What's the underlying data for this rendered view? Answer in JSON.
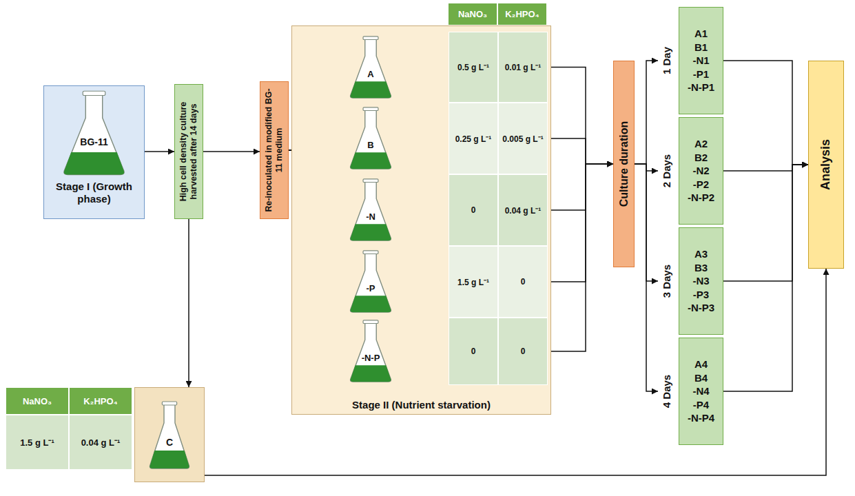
{
  "diagram": {
    "nodes": [
      {
        "text": [
          "BG-11",
          "Stage I (Growth phase)"
        ]
      },
      {
        "text": [
          "High cell density culture harvested after 14 days"
        ]
      },
      {
        "text": [
          "Re-inoculated in modified BG-11 medium"
        ]
      },
      {
        "text": [
          "Stage II (Nutrient starvation)"
        ]
      },
      {
        "text": [
          "A",
          "0.5 g L⁻¹",
          "0.01 g L⁻¹"
        ],
        "in": 3
      },
      {
        "text": [
          "B",
          "0.25 g L⁻¹",
          "0.005 g L⁻¹"
        ],
        "in": 3
      },
      {
        "text": [
          "-N",
          "0",
          "0.04 g L⁻¹"
        ],
        "in": 3
      },
      {
        "text": [
          "-P",
          "1.5 g L⁻¹",
          "0"
        ],
        "in": 3
      },
      {
        "text": [
          "-N-P",
          "0",
          "0"
        ],
        "in": 3
      },
      {
        "text": [
          "Culture duration"
        ]
      },
      {
        "text": [
          "1 Day",
          "A1",
          "B1",
          "-N1",
          "-P1",
          "-N-P1"
        ]
      },
      {
        "text": [
          "2 Days",
          "A2",
          "B2",
          "-N2",
          "-P2",
          "-N-P2"
        ]
      },
      {
        "text": [
          "3 Days",
          "A3",
          "B3",
          "-N3",
          "-P3",
          "-N-P3"
        ]
      },
      {
        "text": [
          "4 Days",
          "A4",
          "B4",
          "-N4",
          "-P4",
          "-N-P4"
        ]
      },
      {
        "text": [
          "Analysis"
        ]
      },
      {
        "text": [
          "C"
        ]
      }
    ],
    "edges": [
      {
        "from": 0,
        "to": 1,
        "arrow": "to"
      },
      {
        "from": 1,
        "to": 2,
        "arrow": "to"
      },
      {
        "from": 2,
        "to": 4,
        "arrow": "to"
      },
      {
        "from": 2,
        "to": 5,
        "arrow": "to"
      },
      {
        "from": 2,
        "to": 6,
        "arrow": "to"
      },
      {
        "from": 2,
        "to": 7,
        "arrow": "to"
      },
      {
        "from": 2,
        "to": 8,
        "arrow": "to"
      },
      {
        "from": 4,
        "to": 9,
        "arrow": "to"
      },
      {
        "from": 5,
        "to": 9,
        "arrow": "to"
      },
      {
        "from": 6,
        "to": 9,
        "arrow": "to"
      },
      {
        "from": 7,
        "to": 9,
        "arrow": "to"
      },
      {
        "from": 8,
        "to": 9,
        "arrow": "to"
      },
      {
        "from": 9,
        "to": 10,
        "arrow": "to"
      },
      {
        "from": 9,
        "to": 11,
        "arrow": "to"
      },
      {
        "from": 9,
        "to": 12,
        "arrow": "to"
      },
      {
        "from": 9,
        "to": 13,
        "arrow": "to"
      },
      {
        "from": 10,
        "to": 14,
        "arrow": "to"
      },
      {
        "from": 11,
        "to": 14,
        "arrow": "to"
      },
      {
        "from": 12,
        "to": 14,
        "arrow": "to"
      },
      {
        "from": 13,
        "to": 14,
        "arrow": "to"
      },
      {
        "from": 1,
        "to": 15,
        "arrow": "to"
      },
      {
        "from": 15,
        "to": 14,
        "arrow": "to"
      }
    ],
    "labels": [
      "NaNO₃",
      "K₂HPO₄",
      "NaNO₃",
      "K₂HPO₄",
      "1.5 g L⁻¹",
      "0.04 g L⁻¹"
    ]
  }
}
